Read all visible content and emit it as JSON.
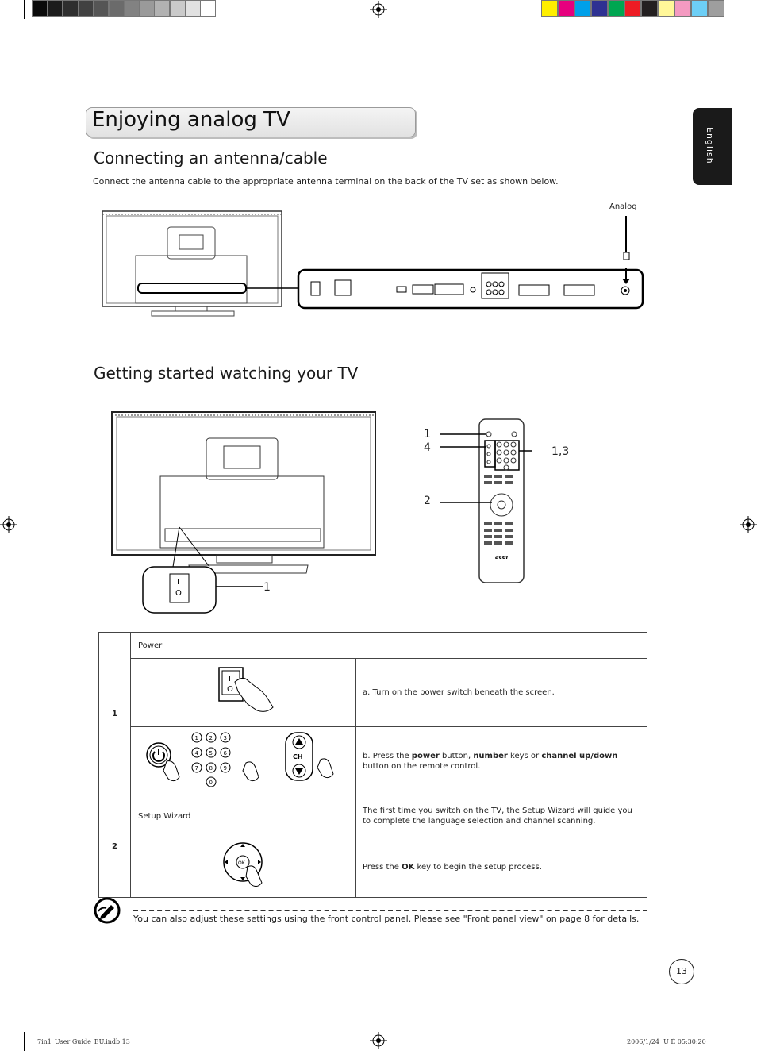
{
  "header": {
    "title": "Enjoying analog TV",
    "language_tab": "English"
  },
  "color_bar": {
    "grays": [
      "#0a0a0a",
      "#1c1c1c",
      "#2e2e2e",
      "#414141",
      "#555555",
      "#6b6b6b",
      "#828282",
      "#9a9a9a",
      "#b2b2b2",
      "#cacaca",
      "#e1e1e1",
      "#ffffff"
    ],
    "colors": [
      "#ffef00",
      "#e6007e",
      "#00a0e9",
      "#2e3192",
      "#00a651",
      "#ed1c24",
      "#231f20",
      "#fff799",
      "#f49ac1",
      "#6dcff6",
      "#9e9e9e"
    ]
  },
  "section1": {
    "heading": "Connecting an antenna/cable",
    "body": "Connect the antenna cable to the appropriate antenna terminal on the back of the TV set as shown below.",
    "analog_label": "Analog"
  },
  "section2": {
    "heading": "Getting started watching your TV",
    "callout_tv": "1",
    "callout_1": "1",
    "callout_4": "4",
    "callout_13": "1,3",
    "callout_2": "2"
  },
  "table": {
    "rows": [
      {
        "number": "1",
        "section": "Power",
        "steps": [
          {
            "text_parts": [
              "a.   Turn on the power switch beneath the screen."
            ]
          },
          {
            "text_parts": [
              "b.   Press the ",
              "power",
              " button, ",
              "number",
              " keys or ",
              "channel up/down",
              " button on the remote control."
            ]
          }
        ]
      },
      {
        "number": "2",
        "section": "Setup Wizard",
        "intro": "The first time you switch on the TV, the Setup Wizard will guide you to complete the language selection and channel scanning.",
        "steps": [
          {
            "text_parts": [
              "Press the ",
              "OK",
              " key to begin the setup process."
            ]
          }
        ]
      }
    ],
    "keypad": [
      "1",
      "2",
      "3",
      "4",
      "5",
      "6",
      "7",
      "8",
      "9",
      "0"
    ],
    "ch_label": "CH",
    "ok_label": "OK"
  },
  "note": {
    "text": "You can also adjust these settings using the front control panel. Please see \"Front panel view\" on page 8 for details."
  },
  "footer": {
    "page_number": "13",
    "slug_left": "7in1_User Guide_EU.indb   13",
    "slug_right": "2006/1/24    U É 05:30:20"
  }
}
